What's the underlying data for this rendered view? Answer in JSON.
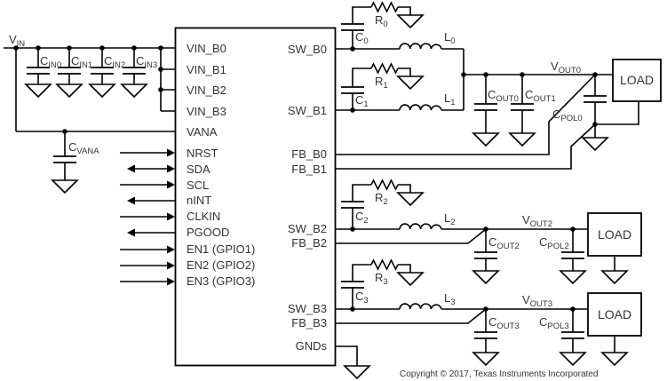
{
  "diagram": {
    "vin_label": {
      "base": "V",
      "sub": "IN"
    },
    "input_caps": [
      {
        "base": "C",
        "sub": "IN0"
      },
      {
        "base": "C",
        "sub": "IN1"
      },
      {
        "base": "C",
        "sub": "IN2"
      },
      {
        "base": "C",
        "sub": "IN3"
      }
    ],
    "cvana_label": {
      "base": "C",
      "sub": "VANA"
    },
    "ic": {
      "left_pins": [
        {
          "name": "VIN_B0",
          "dir": "none"
        },
        {
          "name": "VIN_B1",
          "dir": "none"
        },
        {
          "name": "VIN_B2",
          "dir": "none"
        },
        {
          "name": "VIN_B3",
          "dir": "none"
        },
        {
          "name": "VANA",
          "dir": "none"
        },
        {
          "name": "NRST",
          "dir": "in"
        },
        {
          "name": "SDA",
          "dir": "bidir"
        },
        {
          "name": "SCL",
          "dir": "in"
        },
        {
          "name": "nINT",
          "dir": "out"
        },
        {
          "name": "CLKIN",
          "dir": "in"
        },
        {
          "name": "PGOOD",
          "dir": "out"
        },
        {
          "name": "EN1 (GPIO1)",
          "dir": "in"
        },
        {
          "name": "EN2 (GPIO2)",
          "dir": "in"
        },
        {
          "name": "EN3 (GPIO3)",
          "dir": "in"
        }
      ],
      "right_pins": [
        {
          "name": "SW_B0"
        },
        {
          "name": "SW_B1"
        },
        {
          "name": "FB_B0"
        },
        {
          "name": "FB_B1"
        },
        {
          "name": "SW_B2"
        },
        {
          "name": "FB_B2"
        },
        {
          "name": "SW_B3"
        },
        {
          "name": "FB_B3"
        },
        {
          "name": "GNDs"
        }
      ]
    },
    "bucks": [
      {
        "r": {
          "base": "R",
          "sub": "0"
        },
        "c": {
          "base": "C",
          "sub": "0"
        },
        "l": {
          "base": "L",
          "sub": "0"
        }
      },
      {
        "r": {
          "base": "R",
          "sub": "1"
        },
        "c": {
          "base": "C",
          "sub": "1"
        },
        "l": {
          "base": "L",
          "sub": "1"
        }
      },
      {
        "r": {
          "base": "R",
          "sub": "2"
        },
        "c": {
          "base": "C",
          "sub": "2"
        },
        "l": {
          "base": "L",
          "sub": "2"
        }
      },
      {
        "r": {
          "base": "R",
          "sub": "3"
        },
        "c": {
          "base": "C",
          "sub": "3"
        },
        "l": {
          "base": "L",
          "sub": "3"
        }
      }
    ],
    "outputs": [
      {
        "vout": {
          "base": "V",
          "sub": "OUT0"
        },
        "cout0": {
          "base": "C",
          "sub": "OUT0"
        },
        "cout1": {
          "base": "C",
          "sub": "OUT1"
        },
        "cpol": {
          "base": "C",
          "sub": "POL0"
        },
        "load": "LOAD"
      },
      {
        "vout": {
          "base": "V",
          "sub": "OUT2"
        },
        "cout0": {
          "base": "C",
          "sub": "OUT2"
        },
        "cpol": {
          "base": "C",
          "sub": "POL2"
        },
        "load": "LOAD"
      },
      {
        "vout": {
          "base": "V",
          "sub": "OUT3"
        },
        "cout0": {
          "base": "C",
          "sub": "OUT3"
        },
        "cpol": {
          "base": "C",
          "sub": "POL3"
        },
        "load": "LOAD"
      }
    ],
    "copyright": "Copyright © 2017, Texas Instruments Incorporated",
    "colors": {
      "line": "#000000",
      "text": "#333333",
      "background": "#ffffff"
    }
  }
}
